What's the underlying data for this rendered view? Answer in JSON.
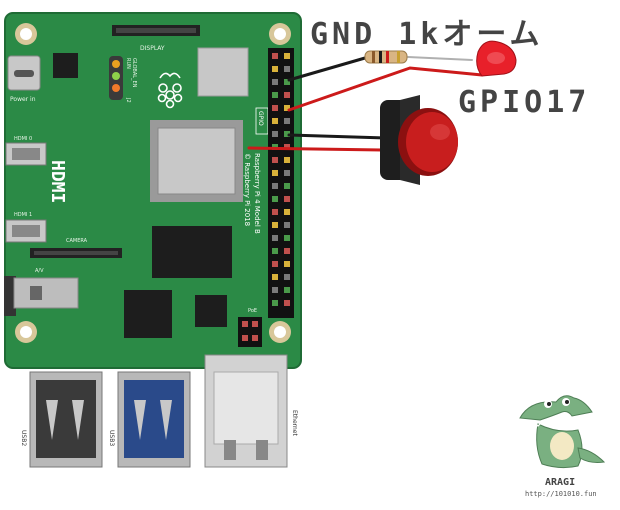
{
  "labels": {
    "gnd_1k": "GND 1kオーム",
    "gpio17": "GPIO17"
  },
  "board": {
    "display": "DISPLAY",
    "power_in": "Power in",
    "run": "RUN",
    "global_en": "GLOBAL_EN",
    "j2": "J2",
    "gpio": "GPIO",
    "hdmi": "HDMI",
    "hdmi0": "HDMI 0",
    "hdmi1": "HDMI 1",
    "camera": "CAMERA",
    "av": "A/V",
    "model": "Raspberry Pi 4 Model B",
    "copyright": "© Raspberry Pi 2018",
    "poe": "PoE",
    "usb2": "USB2",
    "usb3": "USB3",
    "ethernet": "Ethernet"
  },
  "logo": {
    "name": "ARAGI",
    "url": "http://101010.fun"
  },
  "colors": {
    "pcb": "#2b8a46",
    "wire_black": "#1a1a1a",
    "wire_red": "#cc1a1a",
    "led": "#e8202a",
    "button_cap": "#c81e1e",
    "crocodile": "#7ab081"
  }
}
